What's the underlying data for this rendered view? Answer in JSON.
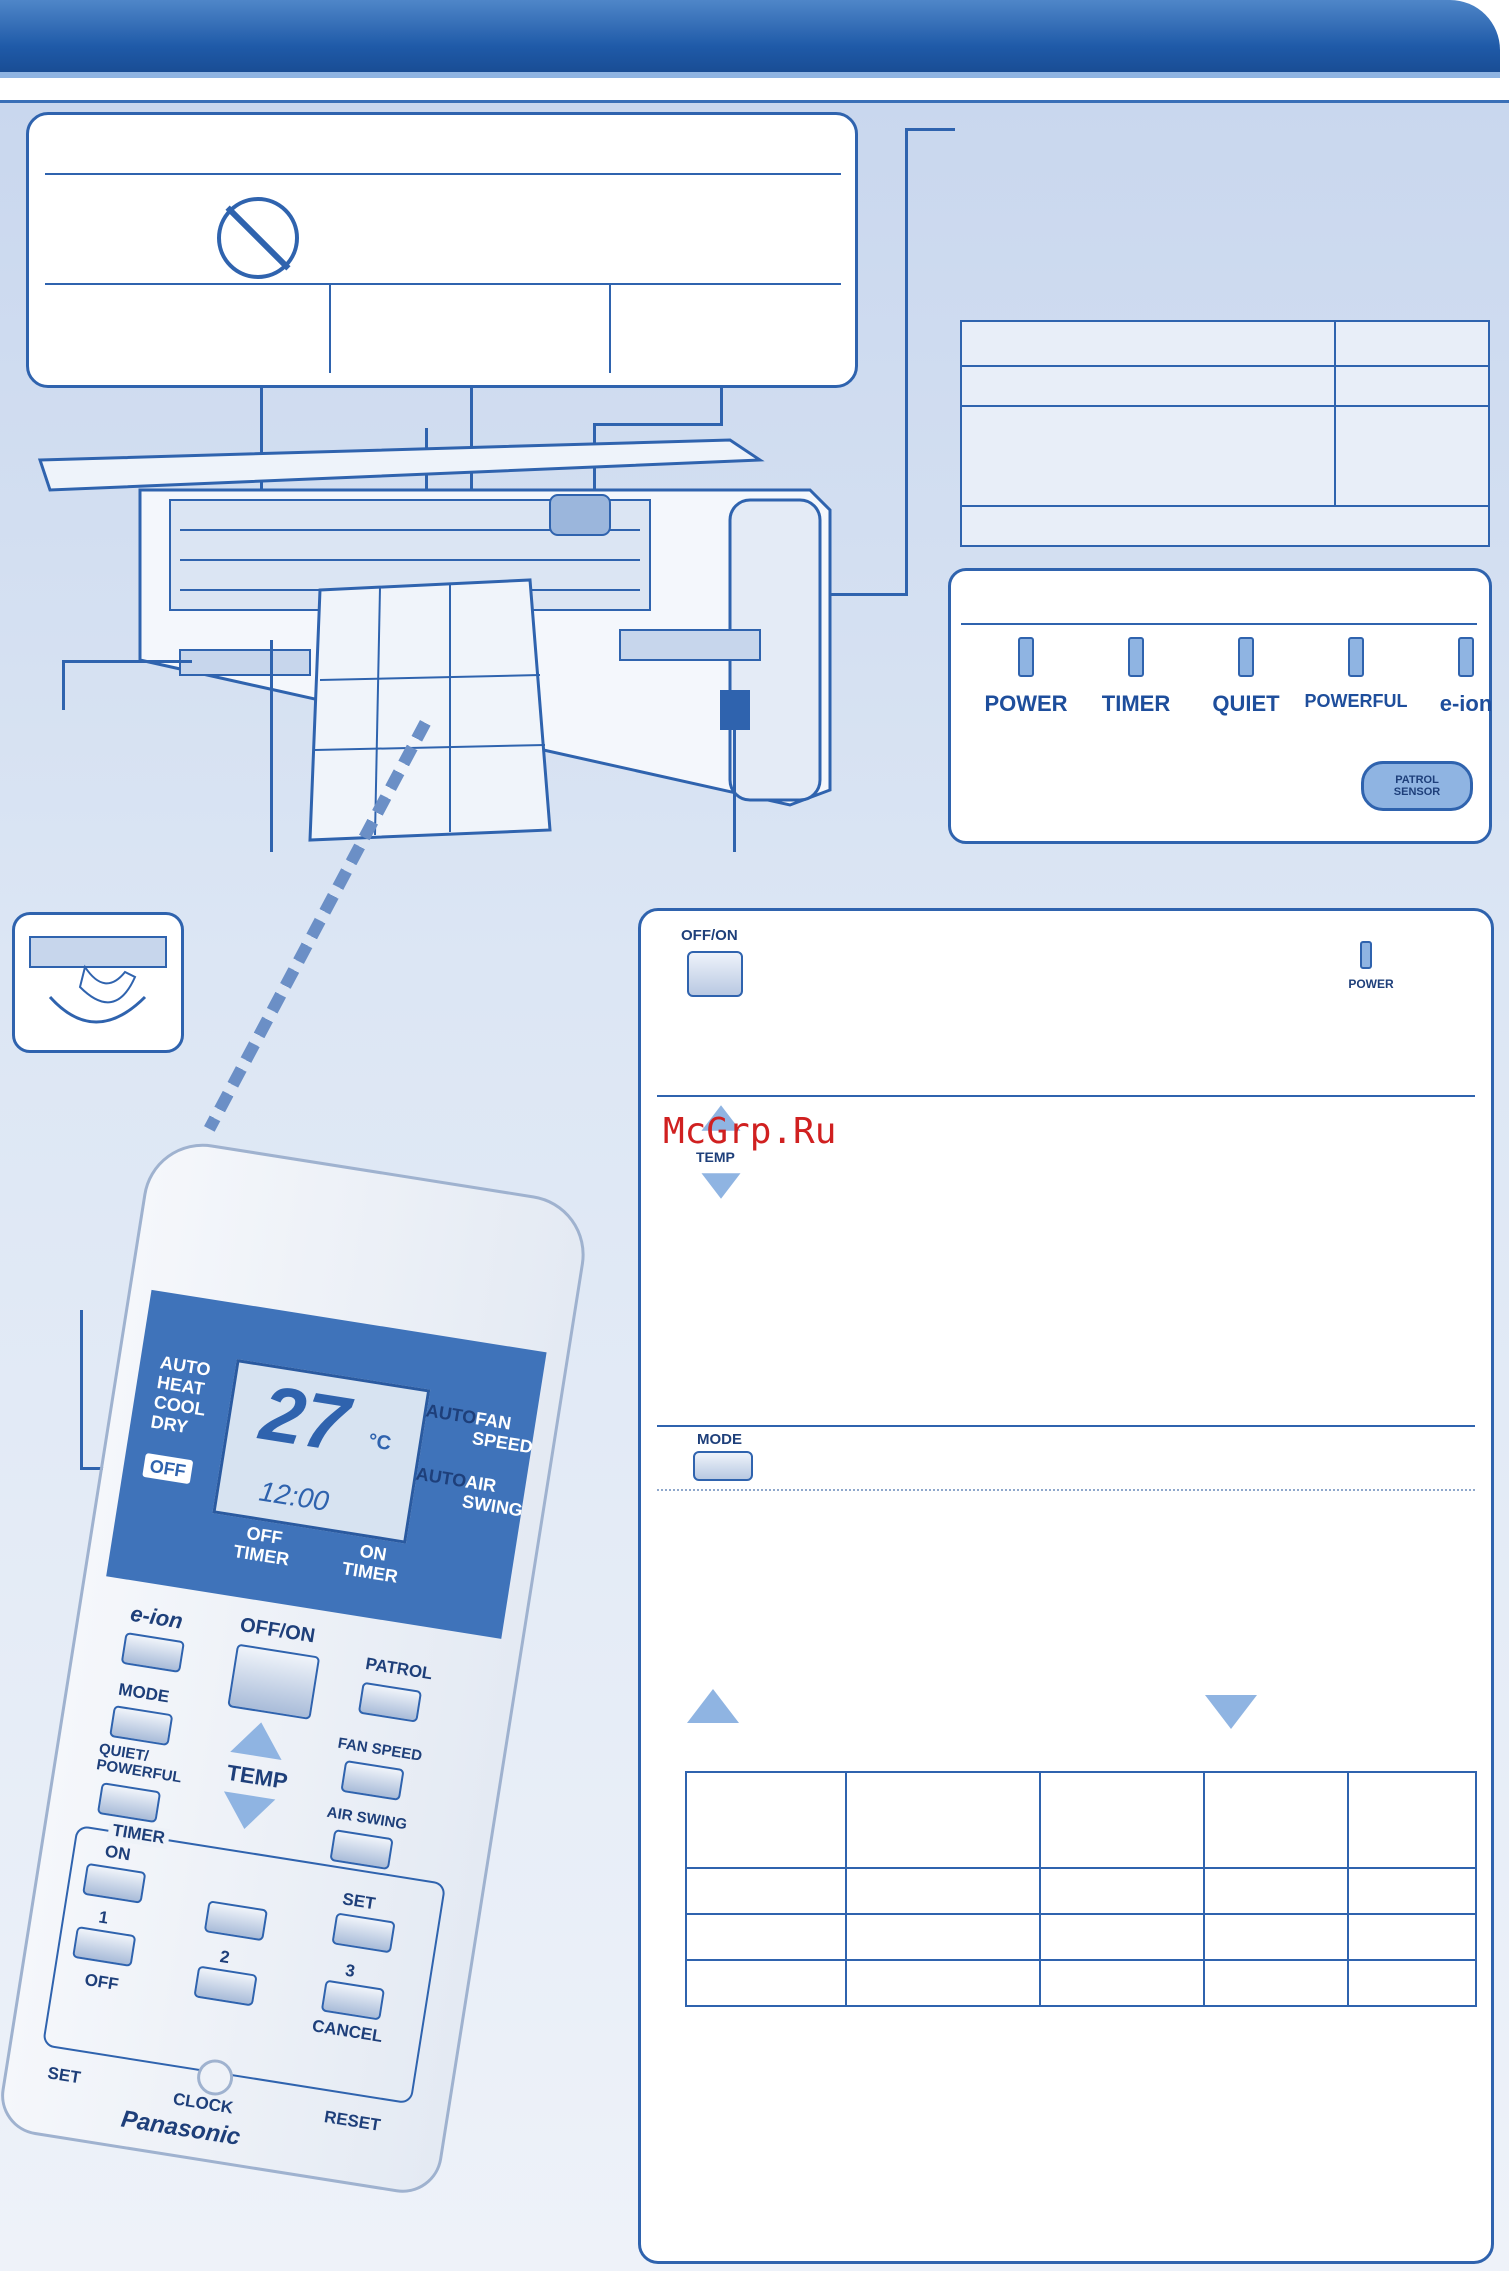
{
  "indicators": [
    {
      "label": "POWER"
    },
    {
      "label": "TIMER"
    },
    {
      "label": "QUIET"
    },
    {
      "label": "POWERFUL"
    },
    {
      "label": "e-ion"
    }
  ],
  "indicator_panel": {
    "patrol_sensor": "PATROL SENSOR"
  },
  "controls": {
    "offon_label": "OFF/ON",
    "power_icon_label": "POWER",
    "temp_label": "TEMP",
    "mode_label": "MODE"
  },
  "watermark": "McGrp.Ru",
  "remote": {
    "modes": [
      "AUTO",
      "HEAT",
      "COOL",
      "DRY"
    ],
    "off_badge": "OFF",
    "temp_value": "27",
    "temp_unit": "°C",
    "clock_value": "12:00",
    "fan_auto": "AUTO",
    "fan_speed": "FAN SPEED",
    "swing_auto": "AUTO",
    "air_swing": "AIR SWING",
    "off_timer": "OFF TIMER",
    "on_timer": "ON TIMER",
    "eion": "e-ion",
    "offon": "OFF/ON",
    "patrol": "PATROL",
    "mode": "MODE",
    "fan_speed_btn": "FAN SPEED",
    "quiet_powerful": "QUIET/ POWERFUL",
    "temp": "TEMP",
    "air_swing_btn": "AIR SWING",
    "timer": "TIMER",
    "on": "ON",
    "one": "1",
    "two": "2",
    "three": "3",
    "set_btn": "SET",
    "off": "OFF",
    "cancel": "CANCEL",
    "set": "SET",
    "clock": "CLOCK",
    "reset": "RESET",
    "brand": "Panasonic"
  }
}
